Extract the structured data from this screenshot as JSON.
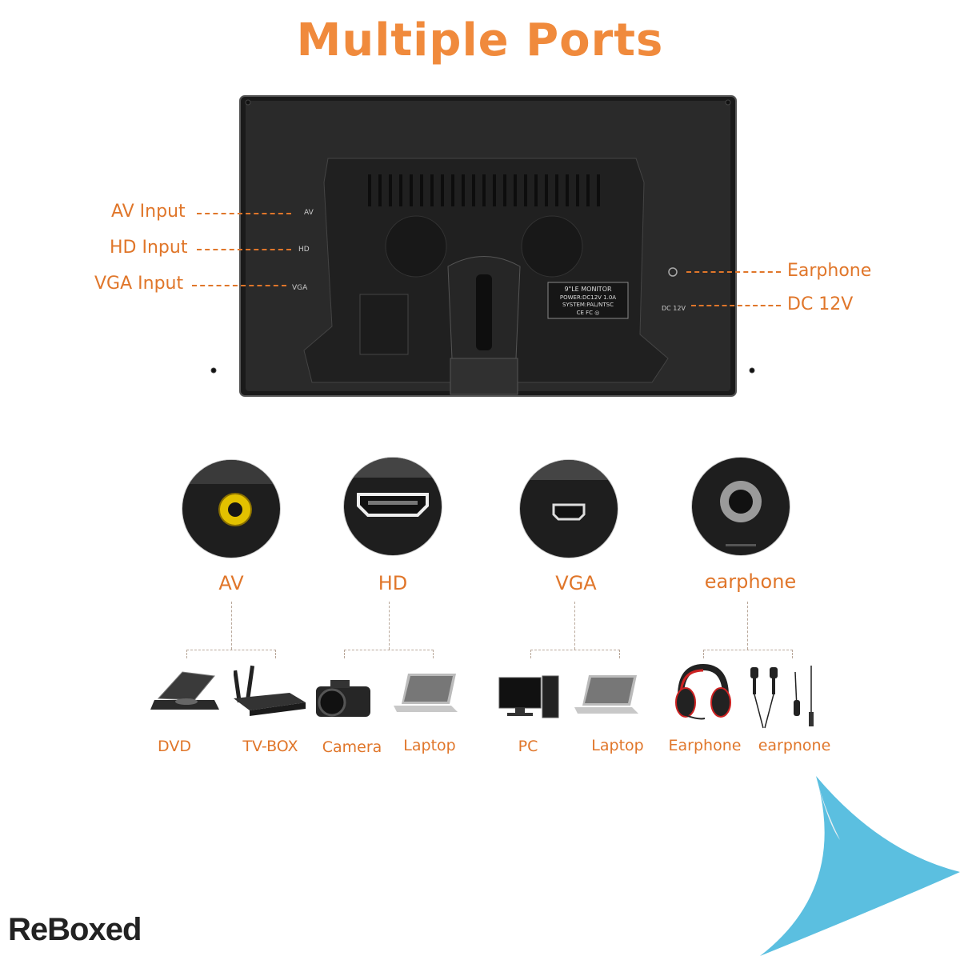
{
  "title": "Multiple Ports",
  "monitor": {
    "back_labels": {
      "av": "AV",
      "hd": "HD",
      "vga": "VGA",
      "dc": "DC 12V"
    },
    "sticker": {
      "line1": "9\"LE  MONITOR",
      "line2": "POWER:DC12V 1.0A",
      "line3": "SYSTEM:PAL/NTSC",
      "line4": "CE  FC  ◎"
    }
  },
  "callouts": {
    "av_input": "AV Input",
    "hd_input": "HD Input",
    "vga_input": "VGA Input",
    "earphone": "Earphone",
    "dc": "DC 12V"
  },
  "ports": [
    {
      "name": "AV"
    },
    {
      "name": "HD"
    },
    {
      "name": "VGA"
    },
    {
      "name": "earphone"
    }
  ],
  "devices": [
    {
      "name": "DVD"
    },
    {
      "name": "TV-BOX"
    },
    {
      "name": "Camera"
    },
    {
      "name": "Laptop"
    },
    {
      "name": "PC"
    },
    {
      "name": "Laptop"
    },
    {
      "name": "Earphone"
    },
    {
      "name": "earpnone"
    }
  ],
  "brand": {
    "logo": "ReBoxed"
  },
  "colors": {
    "accent": "#e0762a",
    "title": "#f08a3c",
    "corner": "#5bbfe0"
  }
}
